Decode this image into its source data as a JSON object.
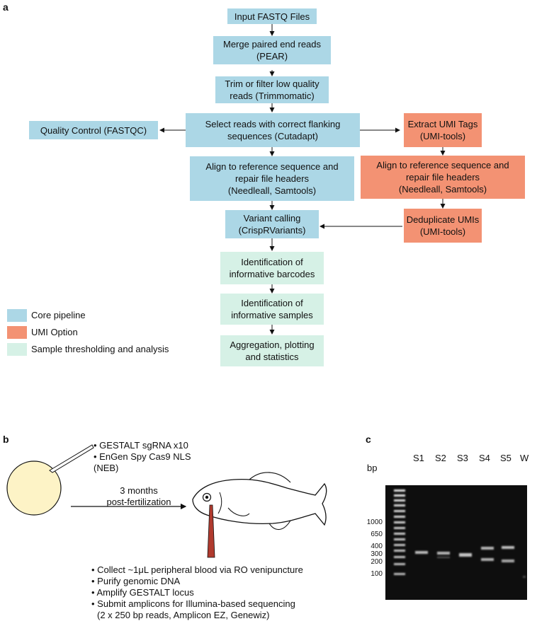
{
  "panel_a": {
    "letter": "a",
    "boxes": {
      "input": "Input FASTQ Files",
      "merge": "Merge paired end reads\n(PEAR)",
      "trim": "Trim or filter low quality\nreads (Trimmomatic)",
      "select": "Select reads with correct flanking\nsequences (Cutadapt)",
      "qc": "Quality Control (FASTQC)",
      "align": "Align to reference sequence and\nrepair file headers\n(Needleall, Samtools)",
      "variant": "Variant calling\n(CrispRVariants)",
      "barcodes": "Identification of\ninformative barcodes",
      "samples": "Identification of\ninformative samples",
      "aggregate": "Aggregation, plotting\nand statistics",
      "umi_extract": "Extract UMI Tags\n(UMI-tools)",
      "umi_align": "Align to reference sequence and\nrepair file headers\n(Needleall, Samtools)",
      "umi_dedup": "Deduplicate UMIs\n(UMI-tools)"
    },
    "legend": [
      {
        "label": "Core pipeline",
        "color": "#acd7e6"
      },
      {
        "label": "UMI Option",
        "color": "#f39273"
      },
      {
        "label": "Sample thresholding and analysis",
        "color": "#d6f1e6"
      }
    ]
  },
  "panel_b": {
    "letter": "b",
    "injection_items": [
      "• GESTALT sgRNA x10",
      "• EnGen Spy Cas9 NLS",
      "(NEB)"
    ],
    "arrow_label_1": "3 months",
    "arrow_label_2": "post-fertilization",
    "steps": [
      "• Collect ~1μL peripheral blood via RO venipuncture",
      "• Purify genomic DNA",
      "• Amplify GESTALT locus",
      "• Submit amplicons for Illumina-based sequencing",
      "(2 x 250 bp reads, Amplicon EZ, Genewiz)"
    ],
    "colors": {
      "embryo": "#fdf3c6",
      "needle_tip": "#c0392b"
    }
  },
  "panel_c": {
    "letter": "c",
    "bp_label": "bp",
    "lanes": [
      "S1",
      "S2",
      "S3",
      "S4",
      "S5",
      "W"
    ],
    "ladder": [
      "1000",
      "650",
      "400",
      "300",
      "200",
      "100"
    ]
  }
}
